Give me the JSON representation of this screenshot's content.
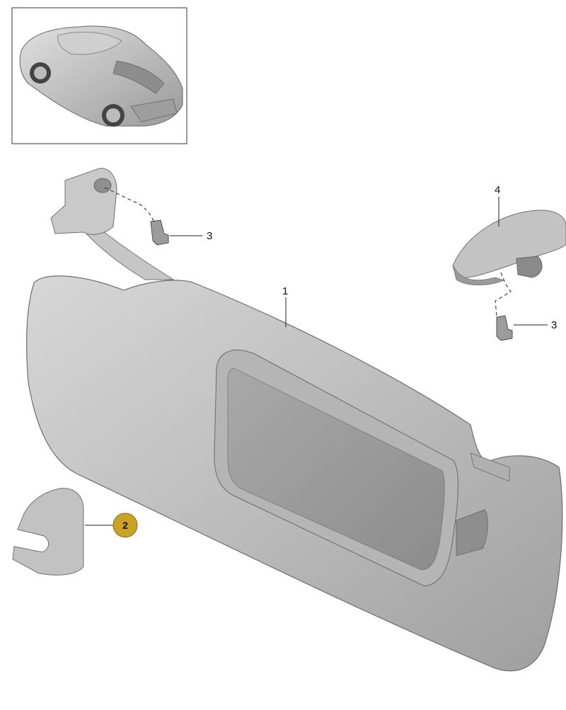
{
  "callouts": [
    {
      "id": "part-1",
      "label": "1"
    },
    {
      "id": "part-2",
      "label": "2",
      "highlighted": true
    },
    {
      "id": "part-3-left",
      "label": "3"
    },
    {
      "id": "part-3-right",
      "label": "3"
    },
    {
      "id": "part-4",
      "label": "4"
    }
  ],
  "colors": {
    "highlight_badge": "#c9a227",
    "part_fill": "#bdbdbd",
    "line": "#222222"
  },
  "icons": {
    "thumbnail": "car-thumbnail-icon"
  }
}
